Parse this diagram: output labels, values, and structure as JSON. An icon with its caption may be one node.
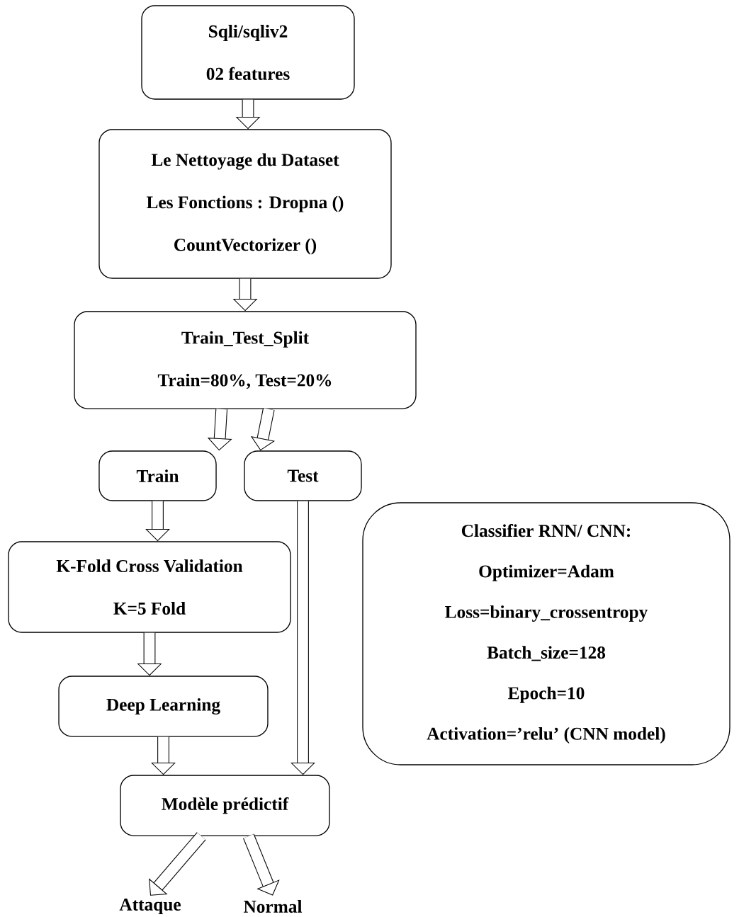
{
  "diagram": {
    "nodes": [
      {
        "text": [
          "Sqli/sqliv2",
          "02 features"
        ]
      },
      {
        "text": [
          "Le Nettoyage du Dataset",
          "Les Fonctions : Dropna ()",
          "CountVectorizer ()"
        ]
      },
      {
        "text": [
          "Train_Test_Split",
          "Train=80%, Test=20%"
        ]
      },
      {
        "text": [
          "Train"
        ]
      },
      {
        "text": [
          "Test"
        ]
      },
      {
        "text": [
          "K-Fold Cross Validation",
          "K=5 Fold"
        ]
      },
      {
        "text": [
          "Deep Learning"
        ]
      },
      {
        "text": [
          "Modèle prédictif"
        ]
      },
      {
        "text": [
          "Attaque"
        ]
      },
      {
        "text": [
          "Normal"
        ]
      },
      {
        "text": [
          "Classifier RNN/ CNN:",
          "Optimizer=Adam",
          "Loss=binary_crossentropy",
          "Batch_size=128",
          "Epoch=10",
          "Activation=’relu’ (CNN model)"
        ]
      }
    ],
    "edges": [
      {
        "from": 0,
        "to": 1,
        "arrow": "to"
      },
      {
        "from": 1,
        "to": 2,
        "arrow": "to"
      },
      {
        "from": 2,
        "to": 3,
        "arrow": "to"
      },
      {
        "from": 2,
        "to": 4,
        "arrow": "to"
      },
      {
        "from": 3,
        "to": 5,
        "arrow": "to"
      },
      {
        "from": 5,
        "to": 6,
        "arrow": "to"
      },
      {
        "from": 6,
        "to": 7,
        "arrow": "to"
      },
      {
        "from": 4,
        "to": 7,
        "arrow": "to"
      },
      {
        "from": 7,
        "to": 8,
        "arrow": "to"
      },
      {
        "from": 7,
        "to": 9,
        "arrow": "to"
      }
    ]
  }
}
